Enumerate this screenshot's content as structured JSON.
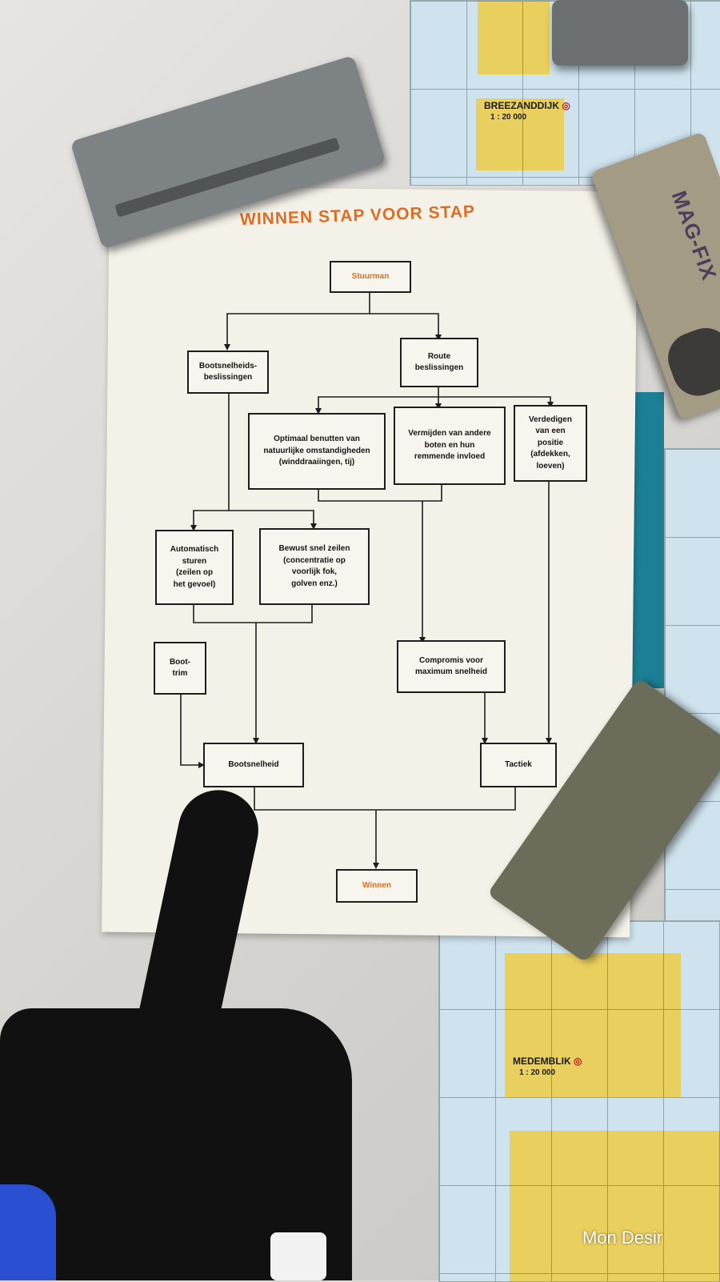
{
  "poster": {
    "title": "WINNEN STAP VOOR STAP",
    "nodes": {
      "stuurman": "Stuurman",
      "bootsnelheid_beslissingen": "Bootsnelheids-\nbeslissingen",
      "route_beslissingen": "Route\nbeslissingen",
      "optimaal_benutten": "Optimaal benutten van\nnatuurlijke omstandigheden\n(winddraaiingen, tij)",
      "vermijden": "Vermijden van andere\nboten en hun\nremmende invloed",
      "verdedigen": "Verdedigen\nvan een\npositie\n(afdekken,\nloeven)",
      "automatisch_sturen": "Automatisch\nsturen\n(zeilen op\nhet gevoel)",
      "bewust_snel_zeilen": "Bewust snel zeilen\n(concentratie op\nvoorlijk fok,\ngolven enz.)",
      "boot_trim": "Boot-\ntrim",
      "compromis": "Compromis voor\nmaximum snelheid",
      "bootsnelheid": "Bootsnelheid",
      "tactiek": "Tactiek",
      "winnen": "Winnen"
    },
    "accent_color": "#dd6d22",
    "line_color": "#1d1d1d"
  },
  "nautical_charts": {
    "labels": {
      "breezanddijk": "BREEZANDDIJK",
      "breezanddijk_scale": "1 : 20 000",
      "medemblik": "MEDEMBLIK",
      "medemblik_scale": "1 : 20 000"
    },
    "land_color": "#e9cf5e"
  },
  "magnet": {
    "brand": "MAG-FIX"
  },
  "watermark": "Mon Desir"
}
